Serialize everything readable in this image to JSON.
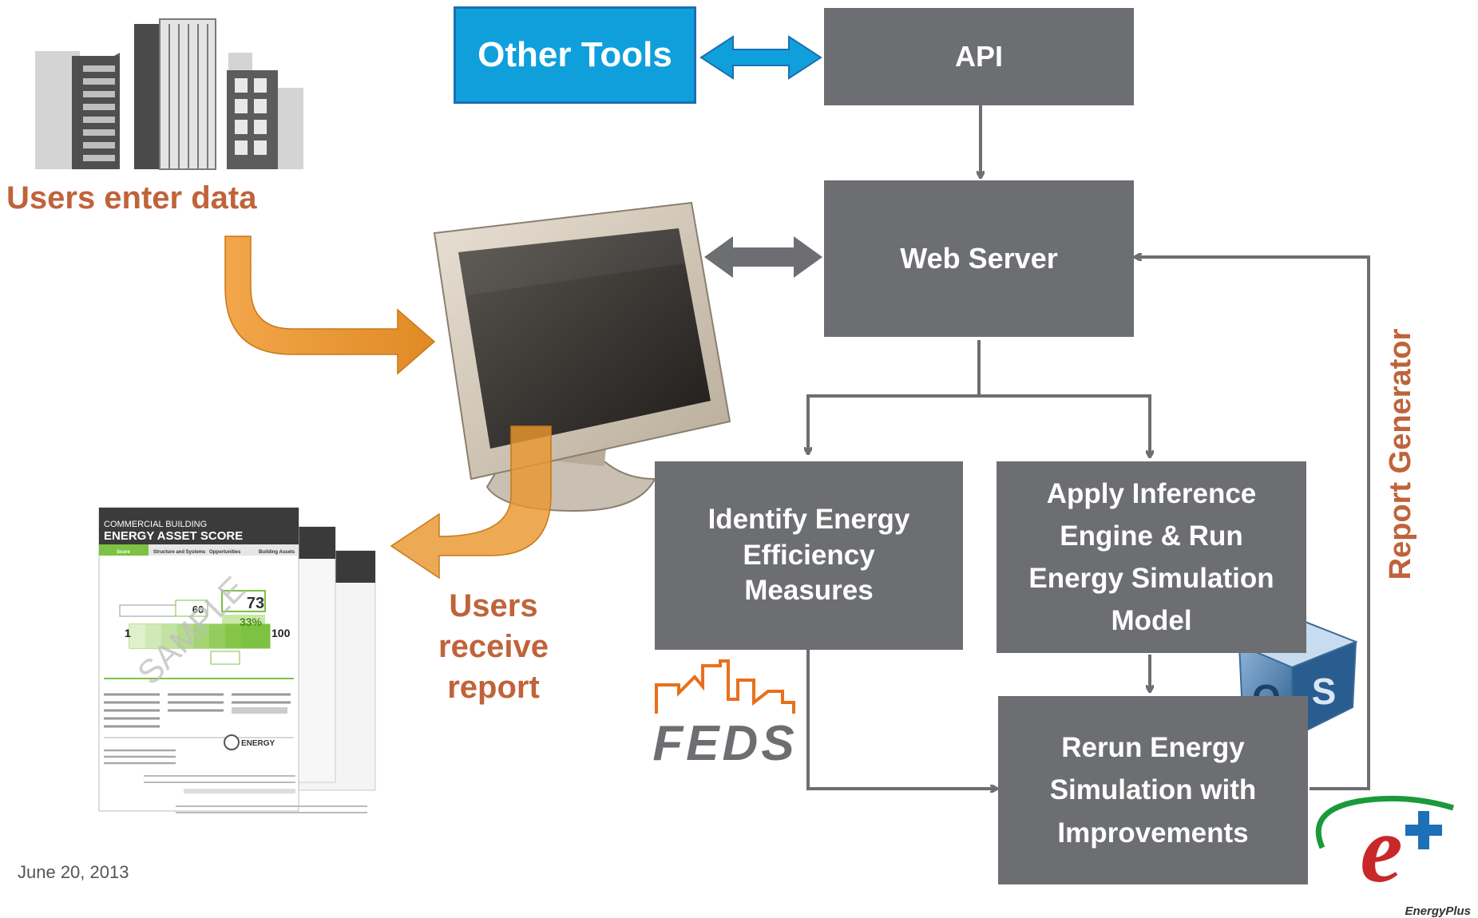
{
  "boxes": {
    "other_tools": "Other Tools",
    "api": "API",
    "web_server": "Web Server",
    "identify_eem": [
      "Identify Energy",
      "Efficiency",
      "Measures"
    ],
    "apply_inference": [
      "Apply Inference",
      "Engine & Run",
      "Energy Simulation",
      "Model"
    ],
    "rerun": [
      "Rerun Energy",
      "Simulation with",
      "Improvements"
    ]
  },
  "labels": {
    "users_enter": "Users enter data",
    "users_receive": [
      "Users",
      "receive",
      "report"
    ],
    "report_generator": "Report Generator",
    "date": "June 20, 2013"
  },
  "logos": {
    "feds": "FEDS",
    "openstudio_left": "O",
    "openstudio_right": "S",
    "energyplus_mark": "e",
    "energyplus": "EnergyPlus"
  },
  "report": {
    "line1": "COMMERCIAL BUILDING",
    "line2": "ENERGY ASSET SCORE",
    "tabs": [
      "Score",
      "Structure and Systems",
      "Opportunities",
      "Building Assets"
    ],
    "score_current": "60",
    "score_upgrade": "73",
    "pct": "33%",
    "scale_low": "1",
    "scale_high": "100",
    "watermark": "SAMPLE",
    "doe": "ENERGY"
  },
  "colors": {
    "box_gray": "#6d6e71",
    "accent_blue": "#0fa0dc",
    "label_orange": "#c0633a",
    "arrow_orange": "#e9962e"
  }
}
